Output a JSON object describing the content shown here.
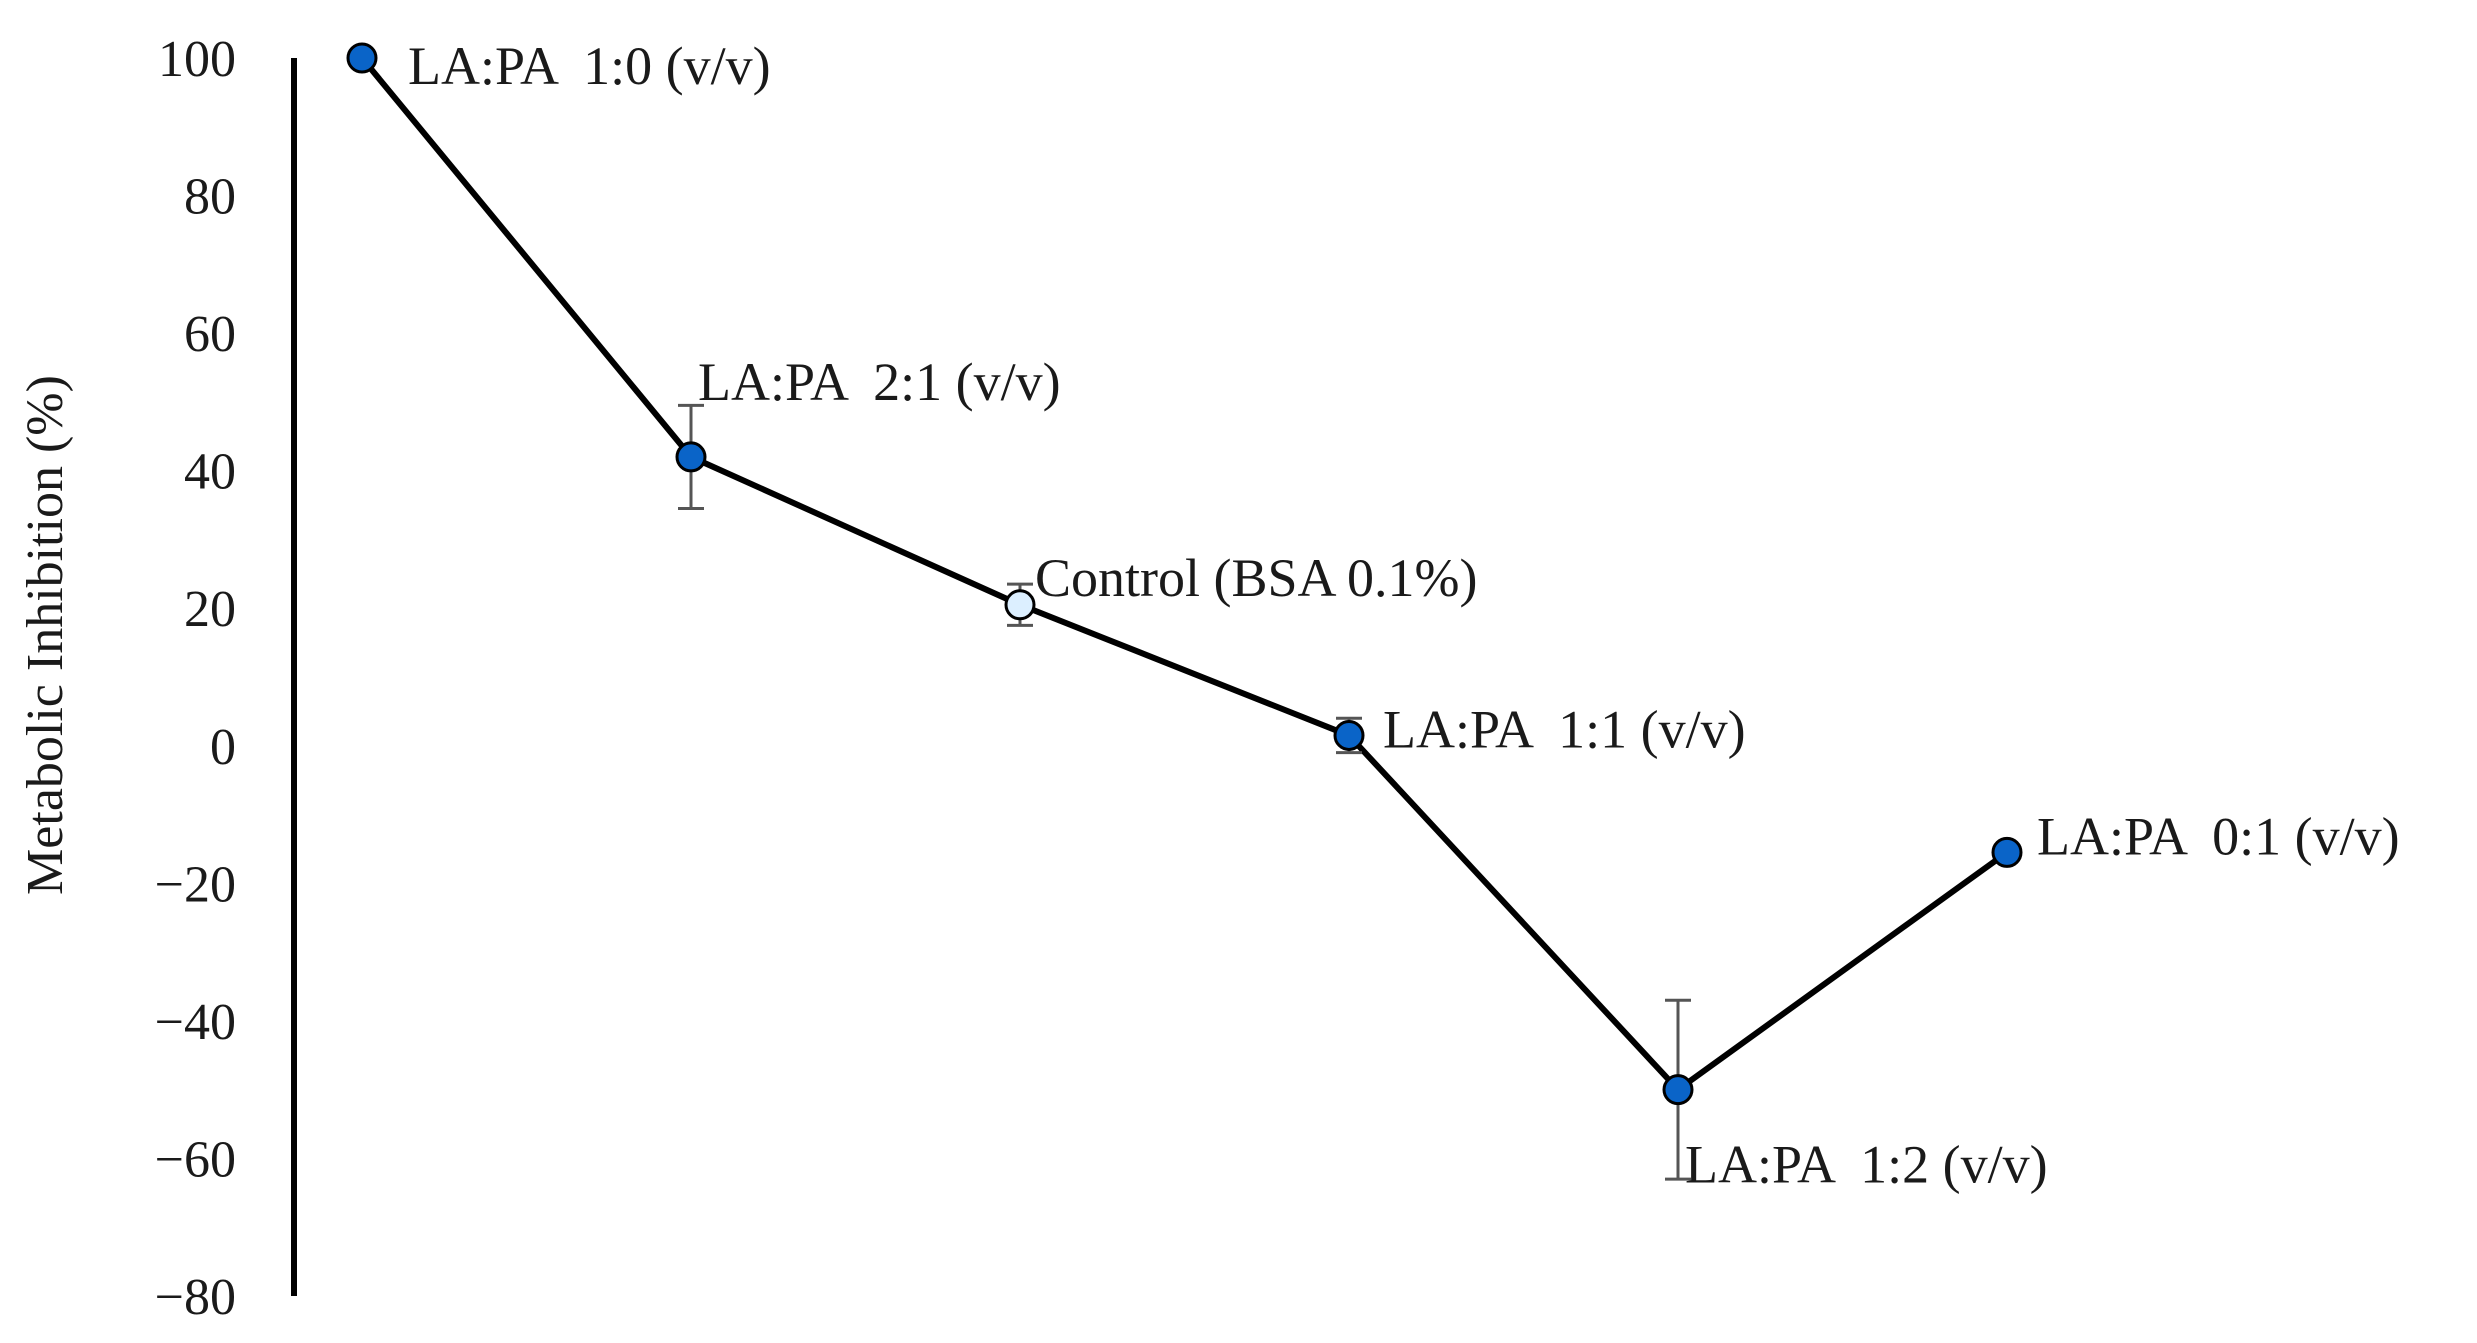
{
  "chart_data": {
    "type": "line",
    "title": "",
    "xlabel": "",
    "ylabel": "Metabolic Inhibition  (%)",
    "ylim": [
      -80,
      100
    ],
    "yticks": [
      100,
      80,
      60,
      40,
      20,
      0,
      -20,
      -40,
      -60,
      -80
    ],
    "ytick_labels": [
      "100",
      "80",
      "60",
      "40",
      "20",
      "0",
      "−20",
      "−40",
      "−60",
      "−80"
    ],
    "grid": false,
    "legend": "none",
    "colors": {
      "line": "#000000",
      "marker_fill": "#0a64c8",
      "control_fill": "#dcefff",
      "marker_stroke": "#000000",
      "error_bar": "#555555",
      "axis": "#000000"
    },
    "points": [
      {
        "label": "LA:PA  1:0 (v/v)",
        "x": 1,
        "y": 100,
        "err": 0,
        "control": false
      },
      {
        "label": "LA:PA  2:1 (v/v)",
        "x": 2,
        "y": 42,
        "err": 7.5,
        "control": false
      },
      {
        "label": "Control (BSA 0.1%)",
        "x": 3,
        "y": 20.5,
        "err": 3,
        "control": true
      },
      {
        "label": "LA:PA  1:1 (v/v)",
        "x": 4,
        "y": 1.5,
        "err": 2.5,
        "control": false
      },
      {
        "label": "LA:PA  1:2 (v/v)",
        "x": 5,
        "y": -50,
        "err": 13,
        "control": false
      },
      {
        "label": "LA:PA  0:1 (v/v)",
        "x": 6,
        "y": -15.5,
        "err": 0,
        "control": false
      }
    ]
  }
}
